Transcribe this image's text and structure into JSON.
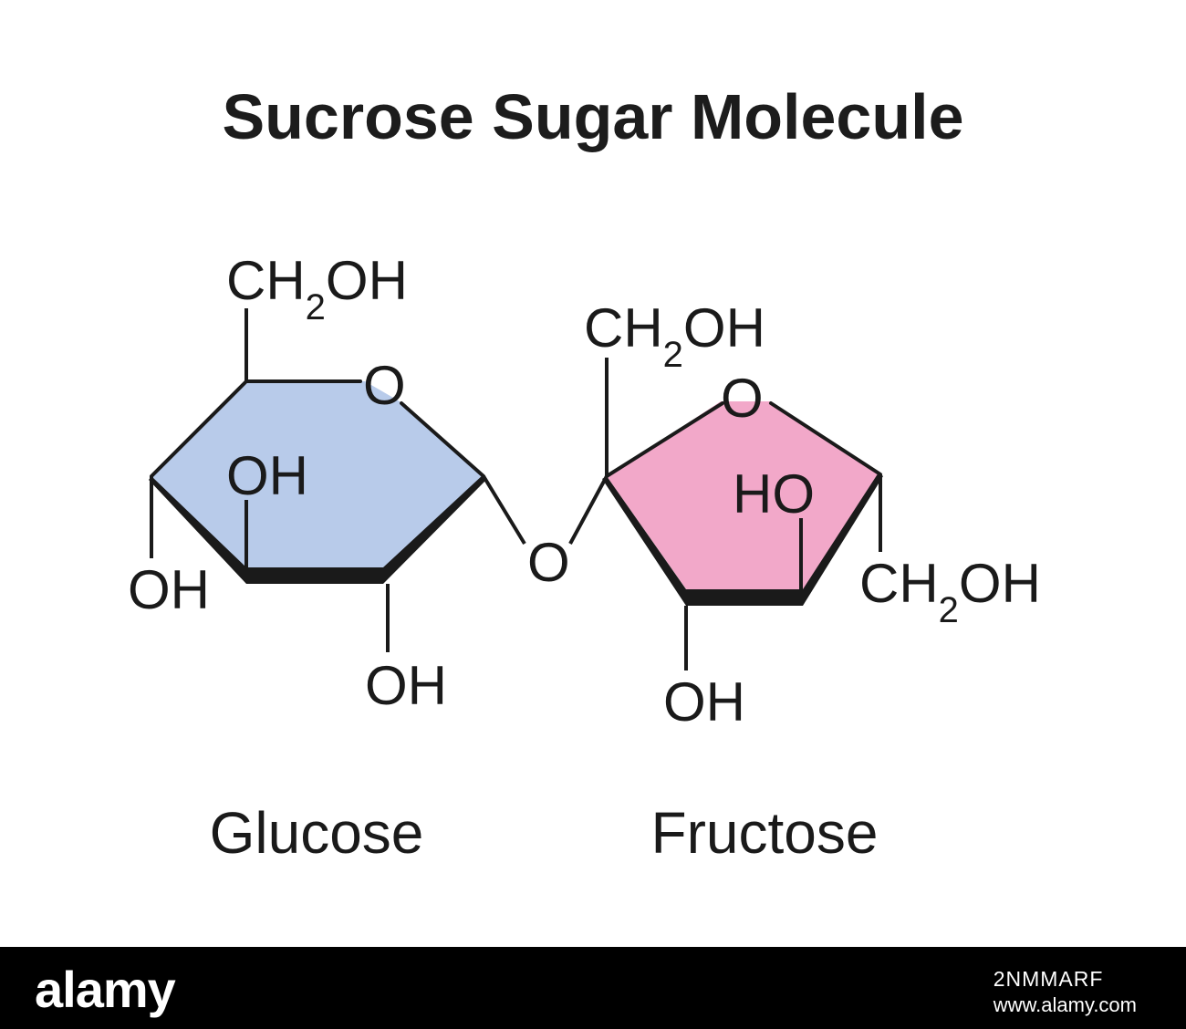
{
  "title": "Sucrose Sugar Molecule",
  "glucose": {
    "name": "Glucose",
    "fill": "#b8cbea",
    "labels": {
      "ch2oh": {
        "pre": "CH",
        "sub": "2",
        "post": "OH"
      },
      "ring_oxygen": "O",
      "oh_inner": "OH",
      "oh_left": "OH",
      "oh_bottom": "OH"
    }
  },
  "fructose": {
    "name": "Fructose",
    "fill": "#f2a8c9",
    "labels": {
      "ch2oh_top": {
        "pre": "CH",
        "sub": "2",
        "post": "OH"
      },
      "ring_oxygen": "O",
      "ho_inner": "HO",
      "ch2oh_right": {
        "pre": "CH",
        "sub": "2",
        "post": "OH"
      },
      "oh_bottom": "OH"
    }
  },
  "glycosidic_oxygen": "O",
  "watermark": {
    "brand": "alamy",
    "image_id": "2NMMARF",
    "site": "www.alamy.com"
  }
}
